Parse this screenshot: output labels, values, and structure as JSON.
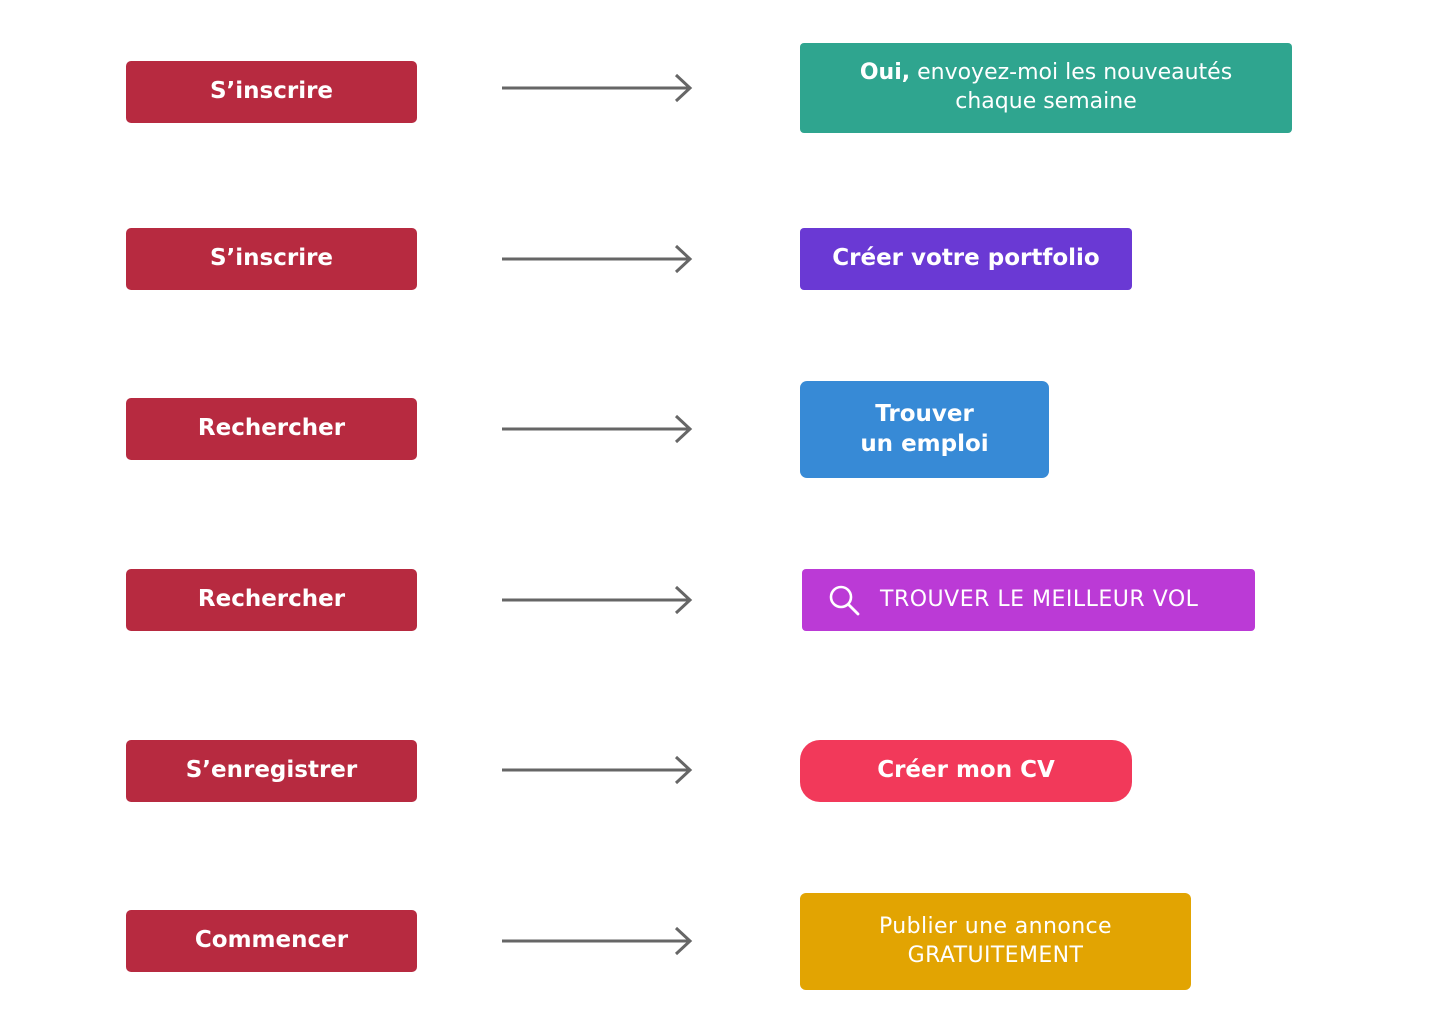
{
  "rows": [
    {
      "before_label": "S’inscrire",
      "after_bold": "Oui,",
      "after_rest": " envoyez-moi les nouveautés",
      "after_line2": "chaque semaine"
    },
    {
      "before_label": "S’inscrire",
      "after_label": "Créer votre portfolio"
    },
    {
      "before_label": "Rechercher",
      "after_line1": "Trouver",
      "after_line2": "un emploi"
    },
    {
      "before_label": "Rechercher",
      "after_label": "TROUVER LE MEILLEUR VOL",
      "after_icon": "search-icon"
    },
    {
      "before_label": "S’enregistrer",
      "after_label": "Créer mon CV"
    },
    {
      "before_label": "Commencer",
      "after_line1": "Publier une annonce",
      "after_line2": "GRATUITEMENT"
    }
  ],
  "colors": {
    "before": "#b72a40",
    "arrow": "#666666",
    "after": [
      "#2fa58f",
      "#6a39d4",
      "#378ad6",
      "#bb3ad6",
      "#f2395a",
      "#e2a402"
    ]
  }
}
